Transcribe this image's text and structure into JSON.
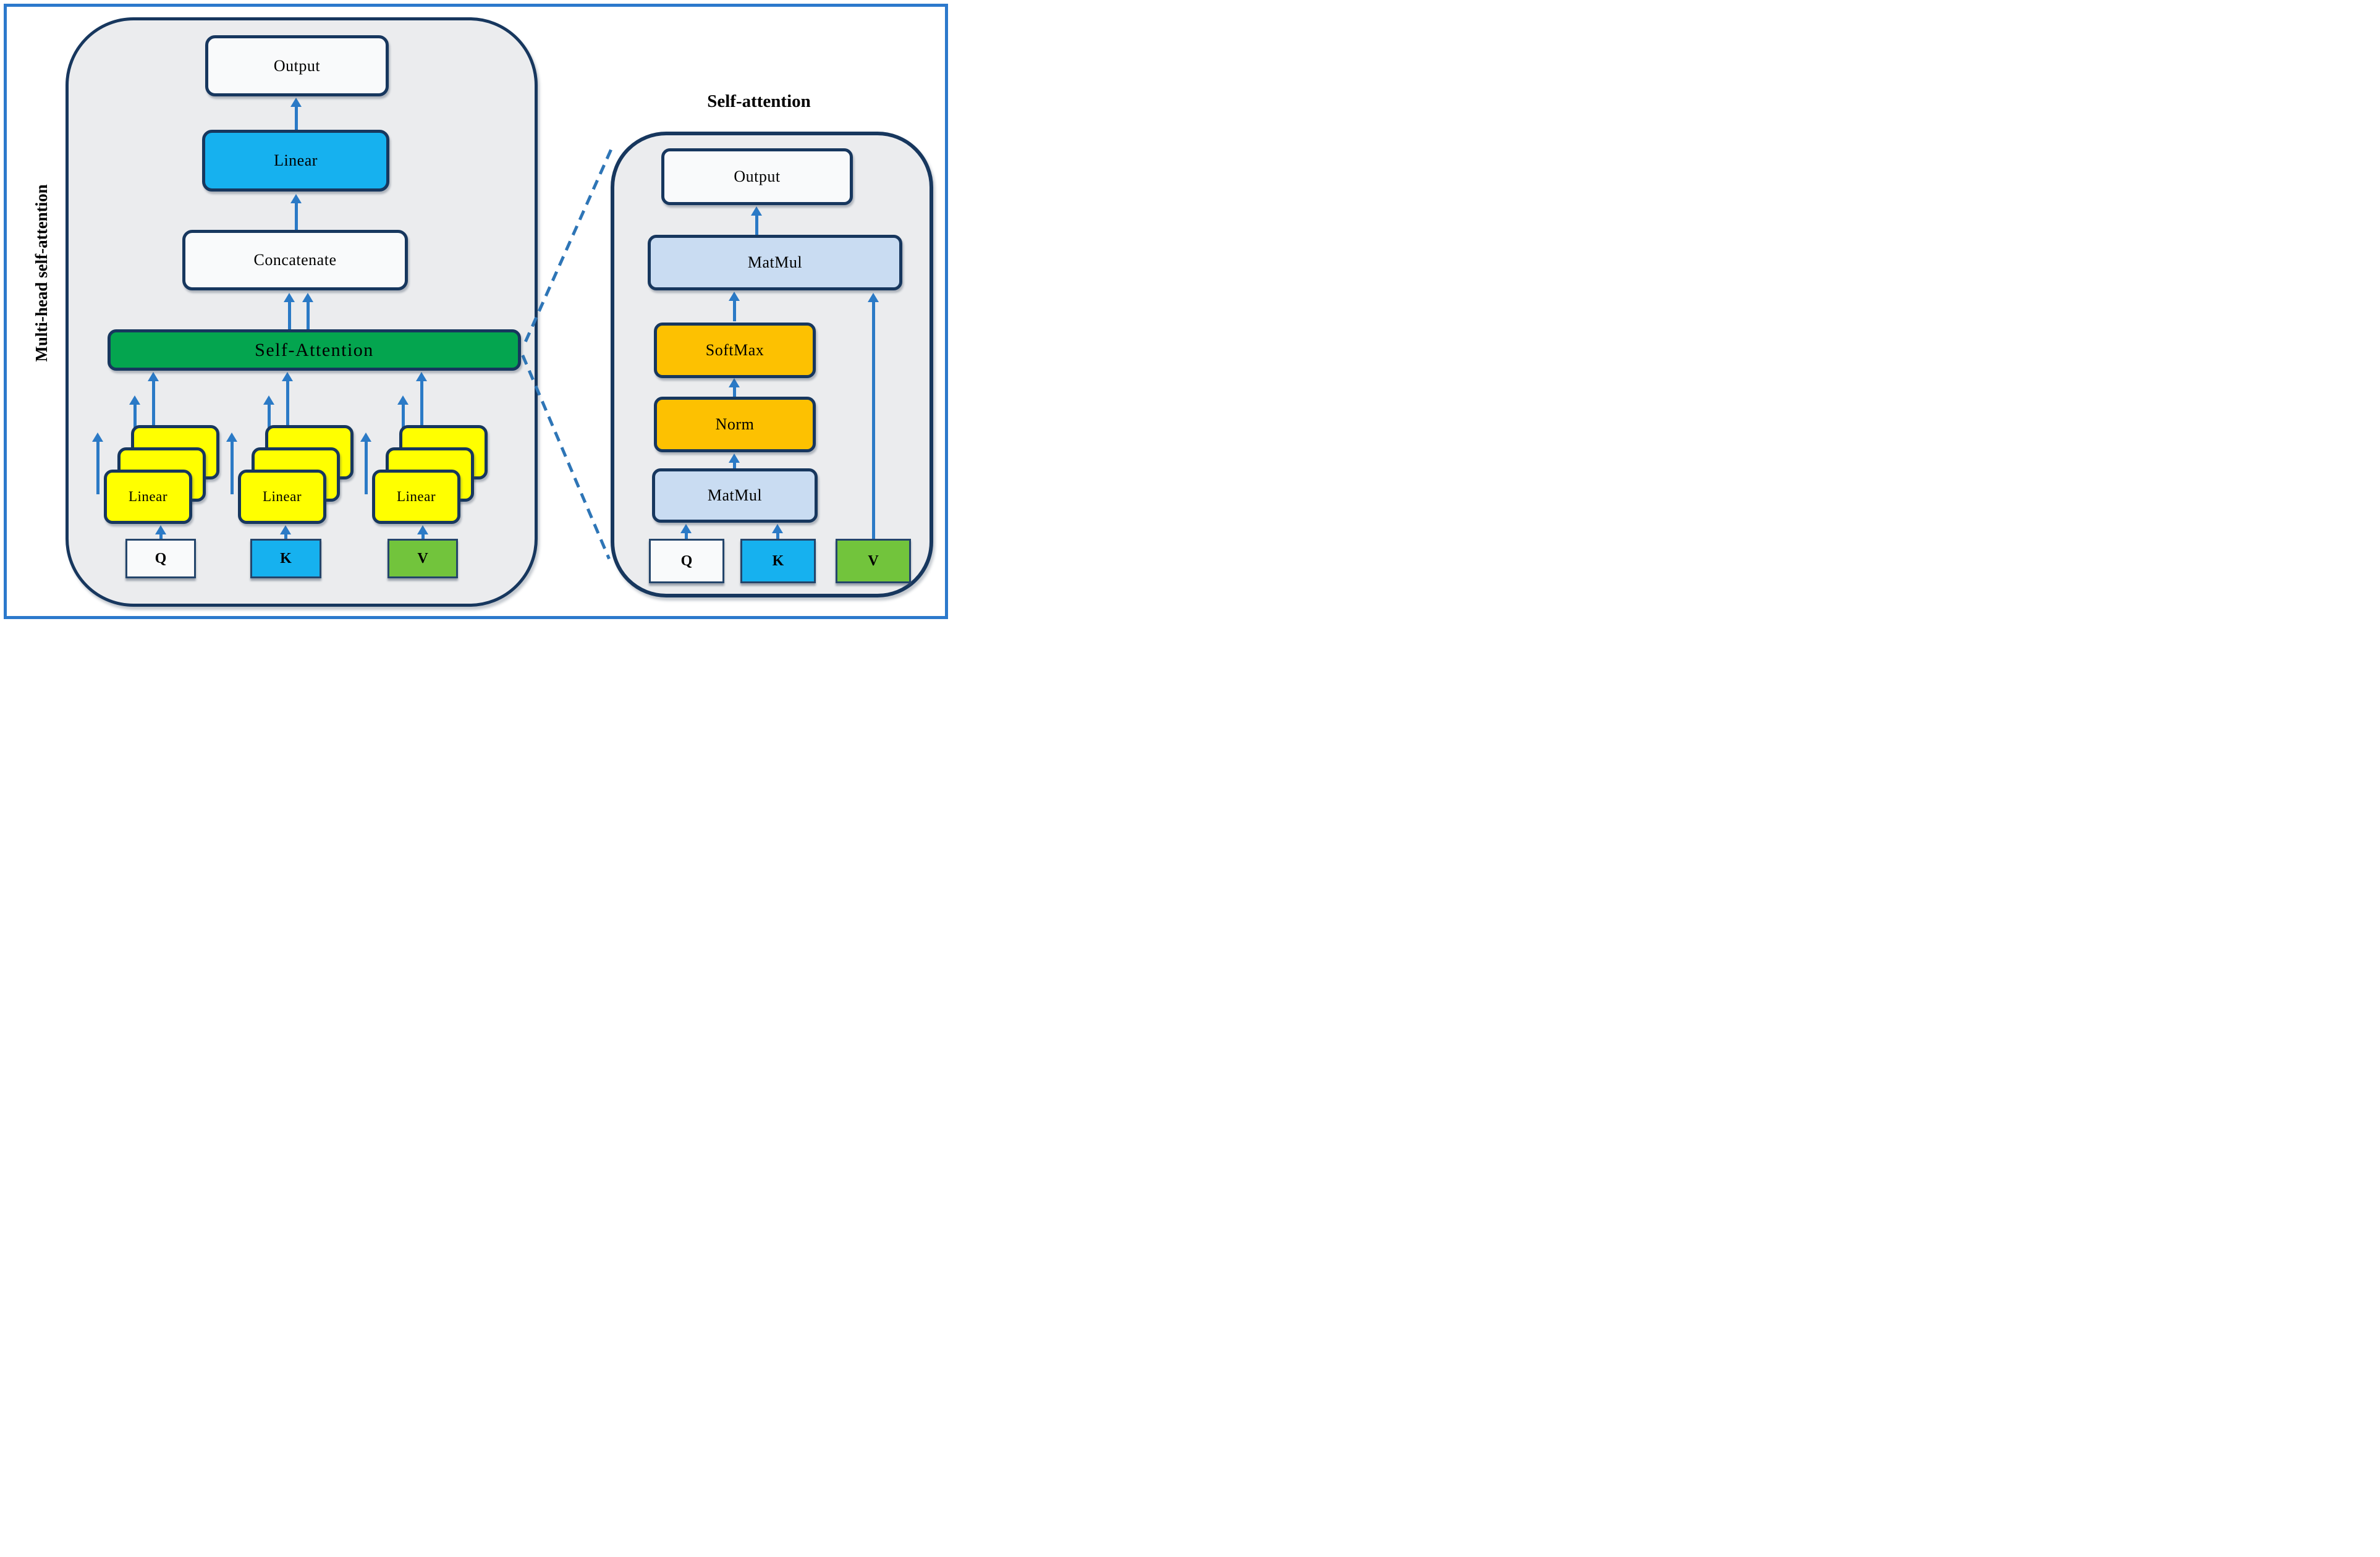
{
  "left_panel": {
    "side_label": "Multi-head self-attention",
    "boxes": {
      "output": "Output",
      "linear": "Linear",
      "concatenate": "Concatenate",
      "self_attention": "Self-Attention",
      "stack1_front": "Linear",
      "stack2_front": "Linear",
      "stack3_front": "Linear",
      "q": "Q",
      "k": "K",
      "v": "V"
    }
  },
  "right_panel": {
    "title": "Self-attention",
    "boxes": {
      "output": "Output",
      "matmul_top": "MatMul",
      "softmax": "SoftMax",
      "norm": "Norm",
      "matmul_bottom": "MatMul",
      "q": "Q",
      "k": "K",
      "v": "V"
    }
  },
  "colors": {
    "outer_frame_blue": "#2c79cc",
    "panel_border_navy": "#17375e",
    "panel_fill_gray": "#ebecee",
    "box_white": "#f9fafb",
    "cyan": "#16b1ef",
    "green_bar": "#04a54f",
    "green_v": "#72c43c",
    "yellow": "#ffff00",
    "orange": "#fdc101",
    "light_blue": "#c9dcf2",
    "arrow_blue": "#2b7ac6",
    "dashed_blue": "#2e75b6"
  }
}
